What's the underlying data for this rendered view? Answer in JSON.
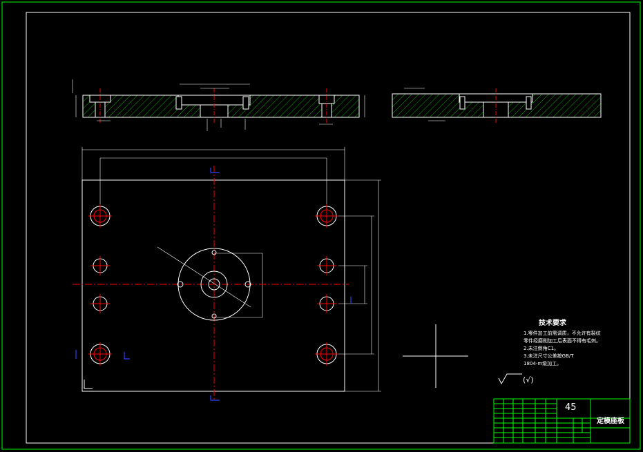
{
  "title_block": {
    "material": "45",
    "drawing_title": "定模座板"
  },
  "technical_requirements": {
    "heading": "技术要求",
    "lines": [
      "1.零件加工前需调质，不允许有裂纹",
      "  零件经磨削加工后表面不得有毛刺。",
      "2.未注倒角C1。",
      "3.未注尺寸公差按GB/T",
      "  1804-m级加工。"
    ]
  },
  "surface_finish_note": "(√)",
  "colors": {
    "background": "#000000",
    "frame": "#00ff00",
    "outline": "#ffffff",
    "centerline": "#ff0000",
    "hatch": "#00ff00",
    "marker": "#0000ff",
    "dimension": "#ffffff"
  }
}
